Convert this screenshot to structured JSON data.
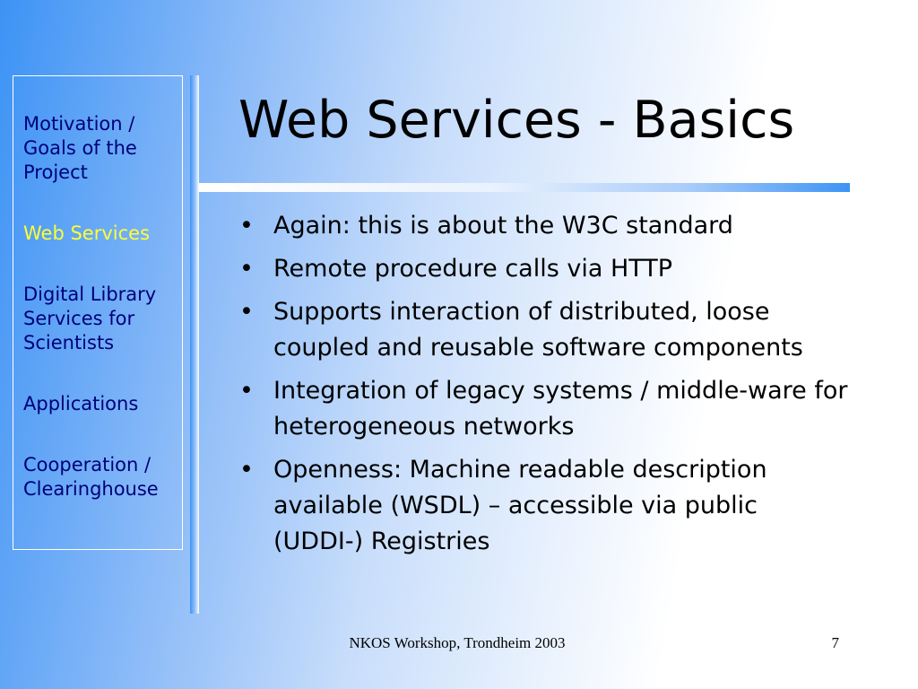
{
  "slide": {
    "title": "Web Services - Basics",
    "footer": "NKOS Workshop, Trondheim 2003",
    "page_number": "7"
  },
  "sidebar": {
    "items": [
      {
        "label": "Motivation / Goals of the Project",
        "active": false
      },
      {
        "label": "Web Services",
        "active": true
      },
      {
        "label": "Digital Library Services for Scientists",
        "active": false
      },
      {
        "label": "Applications",
        "active": false
      },
      {
        "label": "Cooperation / Clearinghouse",
        "active": false
      }
    ]
  },
  "bullets": [
    "Again: this is about the W3C standard",
    "Remote procedure calls via HTTP",
    "Supports interaction of distributed, loose coupled and reusable software components",
    "Integration of legacy systems / middle-ware for heterogeneous networks",
    "Openness: Machine readable description available (WSDL) – accessible via public (UDDI-) Registries"
  ],
  "bullet_glyph": "•",
  "colors": {
    "nav_text": "#00007a",
    "nav_active": "#ffff33",
    "accent_blue": "#3d93f5"
  }
}
